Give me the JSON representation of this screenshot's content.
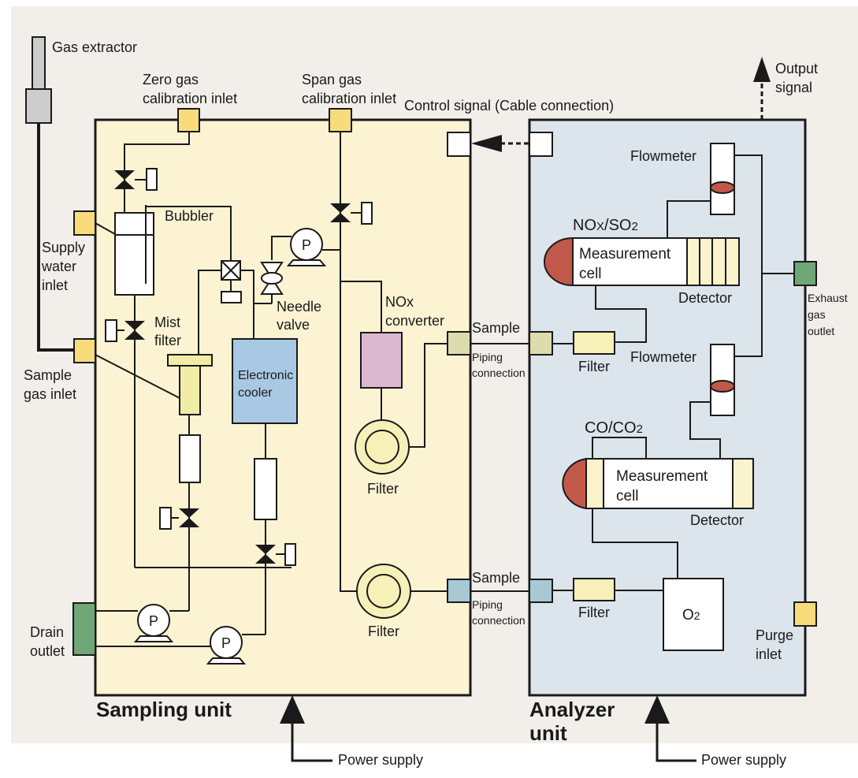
{
  "labels": {
    "gas_extractor": "Gas extractor",
    "zero_gas_1": "Zero gas",
    "zero_gas_2": "calibration inlet",
    "span_gas_1": "Span gas",
    "span_gas_2": "calibration inlet",
    "control_signal": "Control signal (Cable connection)",
    "output_signal_1": "Output",
    "output_signal_2": "signal",
    "supply_water_1": "Supply",
    "supply_water_2": "water",
    "supply_water_3": "inlet",
    "sample_gas_1": "Sample",
    "sample_gas_2": "gas inlet",
    "bubbler": "Bubbler",
    "mist_filter_1": "Mist",
    "mist_filter_2": "filter",
    "needle_valve_1": "Needle",
    "needle_valve_2": "valve",
    "electronic_cooler_1": "Electronic",
    "electronic_cooler_2": "cooler",
    "nox_converter_1": "NOx",
    "nox_converter_2": "converter",
    "pump": "P",
    "filter": "Filter",
    "sample": "Sample",
    "piping_1": "Piping",
    "piping_2": "connection",
    "drain_1": "Drain",
    "drain_2": "outlet",
    "flowmeter": "Flowmeter",
    "nox_so2_a": "NO",
    "nox_so2_b": "X",
    "nox_so2_c": "/SO",
    "nox_so2_d": "2",
    "co_co2_a": "CO/CO",
    "co_co2_b": "2",
    "measurement": "Measurement",
    "cell": "cell",
    "detector": "Detector",
    "o2_a": "O",
    "o2_b": "2",
    "exhaust_1": "Exhaust",
    "exhaust_2": "gas",
    "exhaust_3": "outlet",
    "purge_1": "Purge",
    "purge_2": "inlet",
    "sampling_unit": "Sampling unit",
    "analyzer_unit_1": "Analyzer",
    "analyzer_unit_2": "unit",
    "power_supply": "Power supply"
  },
  "colors": {
    "background": "#f2efeb",
    "sampling_unit_fill": "#fcf3d2",
    "analyzer_unit_fill": "#dce4ec",
    "inlet_yellow": "#f8dc7c",
    "outlet_green": "#6fa776",
    "sample_port_1": "#dcdcac",
    "sample_port_2": "#a8c8d4",
    "filter_fill": "#f7f0b8",
    "mist_filter_fill": "#f2eda6",
    "cooler_fill": "#a9c8e4",
    "converter_fill": "#dbb8cf",
    "cell_red": "#c2584a",
    "detector_fill": "#fbf3cb",
    "extractor_gray": "#cccccc"
  }
}
